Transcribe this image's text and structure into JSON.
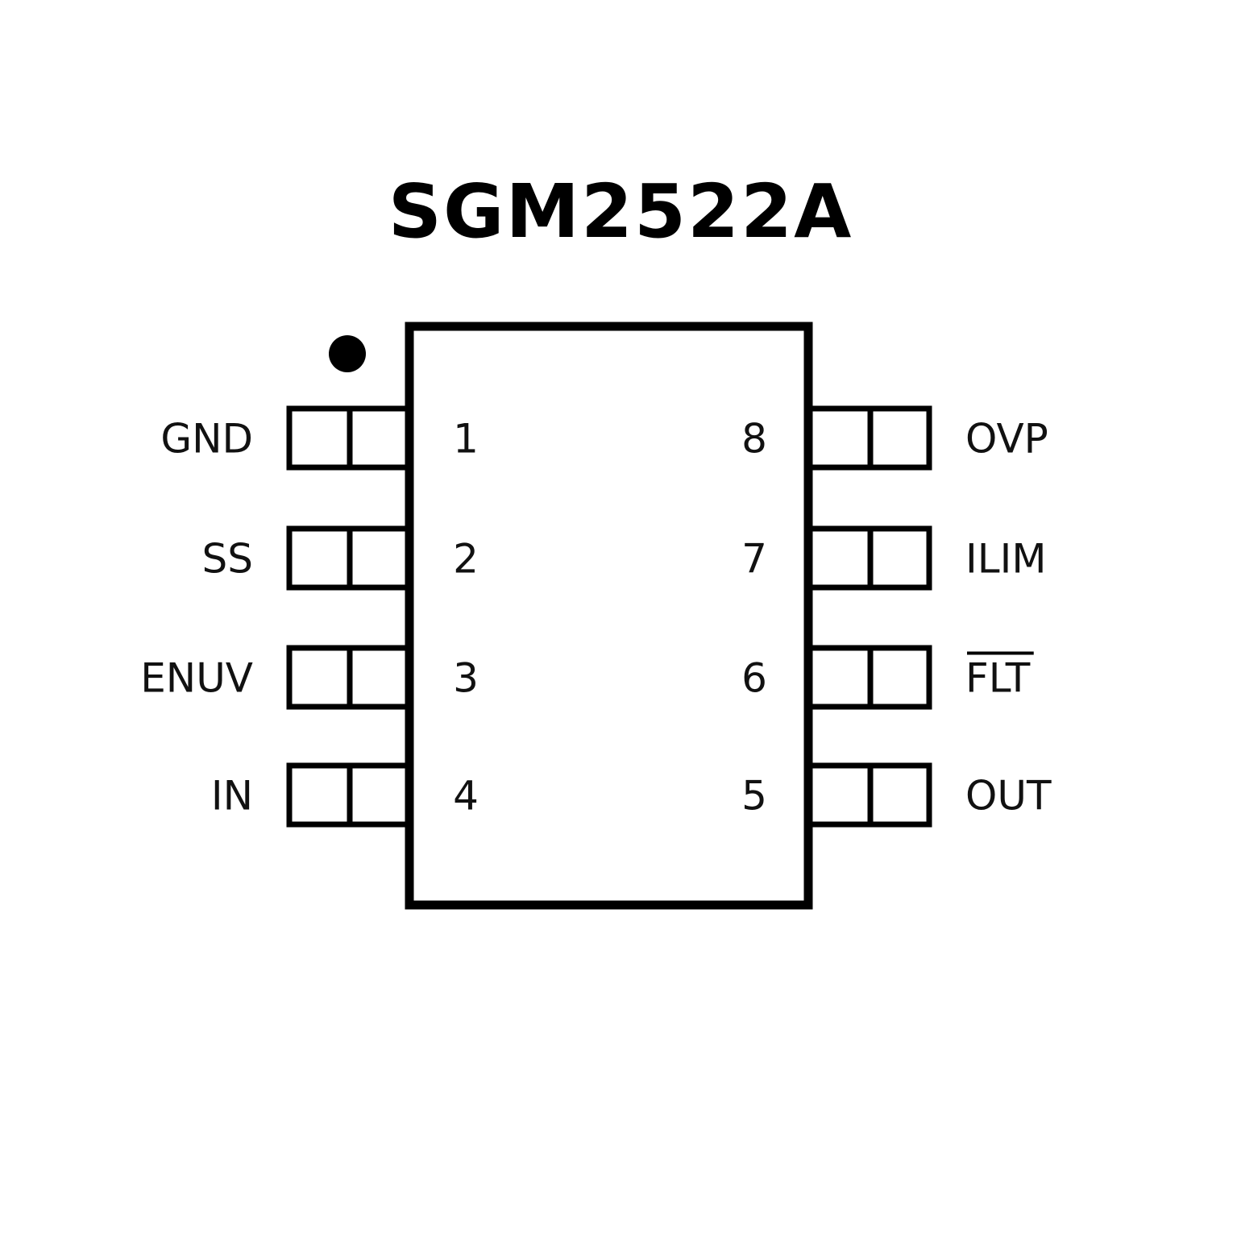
{
  "part_number": "SGM2522A",
  "package": "8-pin",
  "pin1_marker": "dot",
  "colors": {
    "outline": "#000000",
    "text": "#111111",
    "background": "#ffffff"
  },
  "left_pins": [
    {
      "number": "1",
      "name": "GND",
      "overbar": false
    },
    {
      "number": "2",
      "name": "SS",
      "overbar": false
    },
    {
      "number": "3",
      "name": "ENUV",
      "overbar": false
    },
    {
      "number": "4",
      "name": "IN",
      "overbar": false
    }
  ],
  "right_pins": [
    {
      "number": "8",
      "name": "OVP",
      "overbar": false
    },
    {
      "number": "7",
      "name": "ILIM",
      "overbar": false
    },
    {
      "number": "6",
      "name": "FLT",
      "overbar": true
    },
    {
      "number": "5",
      "name": "OUT",
      "overbar": false
    }
  ]
}
